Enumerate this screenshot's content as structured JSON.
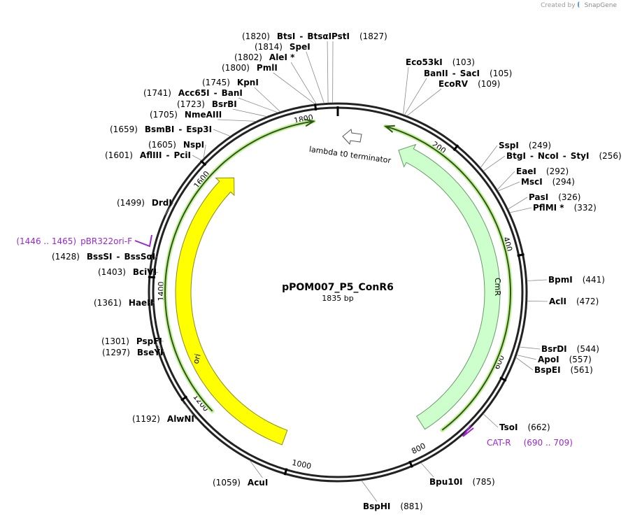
{
  "app": {
    "credit_prefix": "Created by",
    "credit_brand": "SnapGene"
  },
  "plasmid": {
    "name": "pPOM007_P5_ConR6",
    "length_label": "1835 bp",
    "length": 1835
  },
  "ticks": [
    "200",
    "400",
    "600",
    "800",
    "1000",
    "1200",
    "1400",
    "1600",
    "1800"
  ],
  "features": [
    {
      "label": "CmR",
      "start": 210,
      "end": 800,
      "color": "#ccffcc"
    },
    {
      "label": "ori",
      "start": 1110,
      "end": 1700,
      "color": "#ffff00"
    },
    {
      "label": "lambda t0 terminator"
    }
  ],
  "primers": [
    {
      "label": "pBR322ori-F",
      "range": "(1446 .. 1465)"
    },
    {
      "label": "CAT-R",
      "range": "(690 .. 709)"
    }
  ],
  "sites": [
    {
      "name": "BtsI",
      "name2": "BtsαI",
      "pos": "(1820)"
    },
    {
      "name": "PstI",
      "pos": "(1827)"
    },
    {
      "name": "SpeI",
      "pos": "(1814)"
    },
    {
      "name": "AleI *",
      "pos": "(1802)"
    },
    {
      "name": "PmlI",
      "pos": "(1800)"
    },
    {
      "name": "KpnI",
      "pos": "(1745)"
    },
    {
      "name": "Acc65I",
      "name2": "BanI",
      "pos": "(1741)"
    },
    {
      "name": "BsrBI",
      "pos": "(1723)"
    },
    {
      "name": "NmeAIII",
      "pos": "(1705)"
    },
    {
      "name": "BsmBI",
      "name2": "Esp3I",
      "pos": "(1659)"
    },
    {
      "name": "NspI",
      "pos": "(1605)"
    },
    {
      "name": "AflIII",
      "name2": "PciI",
      "pos": "(1601)"
    },
    {
      "name": "DrdI",
      "pos": "(1499)"
    },
    {
      "name": "BssSI",
      "name2": "BssSαI",
      "pos": "(1428)"
    },
    {
      "name": "BciVI",
      "pos": "(1403)"
    },
    {
      "name": "HaeII",
      "pos": "(1361)"
    },
    {
      "name": "PspFI",
      "pos": "(1301)"
    },
    {
      "name": "BseYI",
      "pos": "(1297)"
    },
    {
      "name": "AlwNI",
      "pos": "(1192)"
    },
    {
      "name": "AcuI",
      "pos": "(1059)"
    },
    {
      "name": "BspHI",
      "pos": "(881)"
    },
    {
      "name": "Bpu10I",
      "pos": "(785)"
    },
    {
      "name": "TsoI",
      "pos": "(662)"
    },
    {
      "name": "BspEI",
      "pos": "(561)"
    },
    {
      "name": "ApoI",
      "pos": "(557)"
    },
    {
      "name": "BsrDI",
      "pos": "(544)"
    },
    {
      "name": "AclI",
      "pos": "(472)"
    },
    {
      "name": "BpmI",
      "pos": "(441)"
    },
    {
      "name": "PflMI *",
      "pos": "(332)"
    },
    {
      "name": "PasI",
      "pos": "(326)"
    },
    {
      "name": "MscI",
      "pos": "(294)"
    },
    {
      "name": "EaeI",
      "pos": "(292)"
    },
    {
      "name": "BtgI",
      "name2": "NcoI",
      "name3": "StyI",
      "pos": "(256)"
    },
    {
      "name": "SspI",
      "pos": "(249)"
    },
    {
      "name": "EcoRV",
      "pos": "(109)"
    },
    {
      "name": "BanII",
      "name2": "SacI",
      "pos": "(105)"
    },
    {
      "name": "Eco53kI",
      "pos": "(103)"
    }
  ]
}
